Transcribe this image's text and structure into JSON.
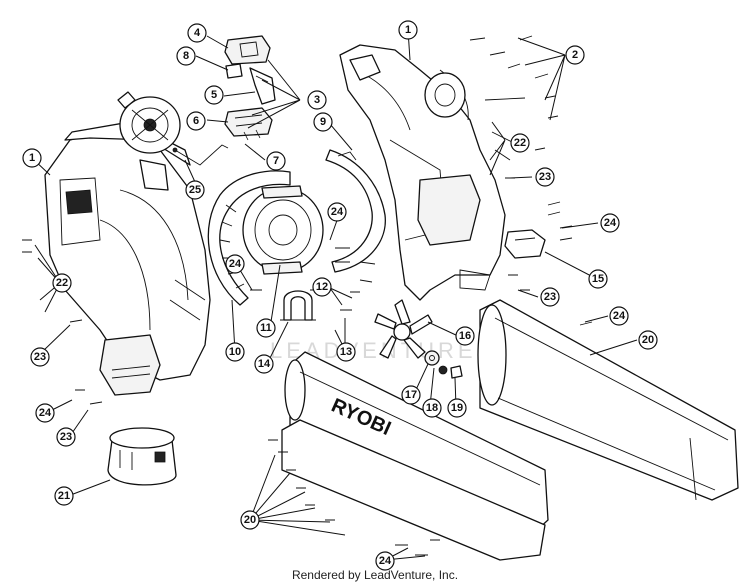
{
  "footer_text": "Rendered by LeadVenture, Inc.",
  "watermark_text": "LEADVENTURE",
  "brand_logo_text": "RYOBI",
  "callouts": [
    "1",
    "1",
    "2",
    "3",
    "4",
    "5",
    "6",
    "7",
    "8",
    "9",
    "10",
    "11",
    "12",
    "13",
    "14",
    "15",
    "16",
    "17",
    "18",
    "19",
    "20",
    "21",
    "22",
    "22",
    "23",
    "23",
    "23",
    "23",
    "24",
    "24",
    "24",
    "24",
    "24",
    "24",
    "25"
  ],
  "colors": {
    "line": "#111111",
    "background": "#ffffff",
    "watermark": "#d8d8d8"
  }
}
